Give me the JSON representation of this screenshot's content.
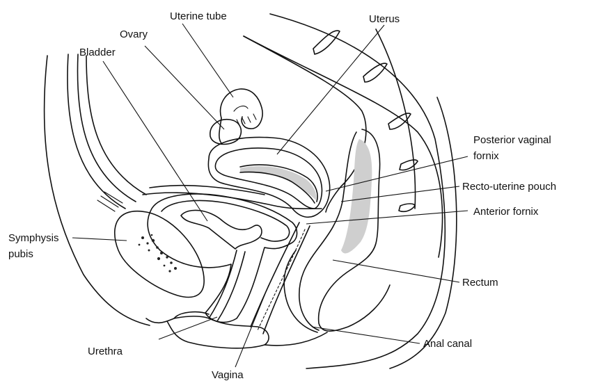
{
  "labels": {
    "uterine_tube": "Uterine tube",
    "uterus": "Uterus",
    "ovary": "Ovary",
    "bladder": "Bladder",
    "posterior_vaginal_fornix_line1": "Posterior vaginal",
    "posterior_vaginal_fornix_line2": "fornix",
    "recto_uterine_pouch": "Recto-uterine pouch",
    "anterior_fornix": "Anterior fornix",
    "symphysis_pubis_line1": "Symphysis",
    "symphysis_pubis_line2": "pubis",
    "rectum": "Rectum",
    "urethra": "Urethra",
    "anal_canal": "Anal canal",
    "vagina": "Vagina"
  },
  "colors": {
    "ink": "#111111",
    "background": "#ffffff"
  }
}
